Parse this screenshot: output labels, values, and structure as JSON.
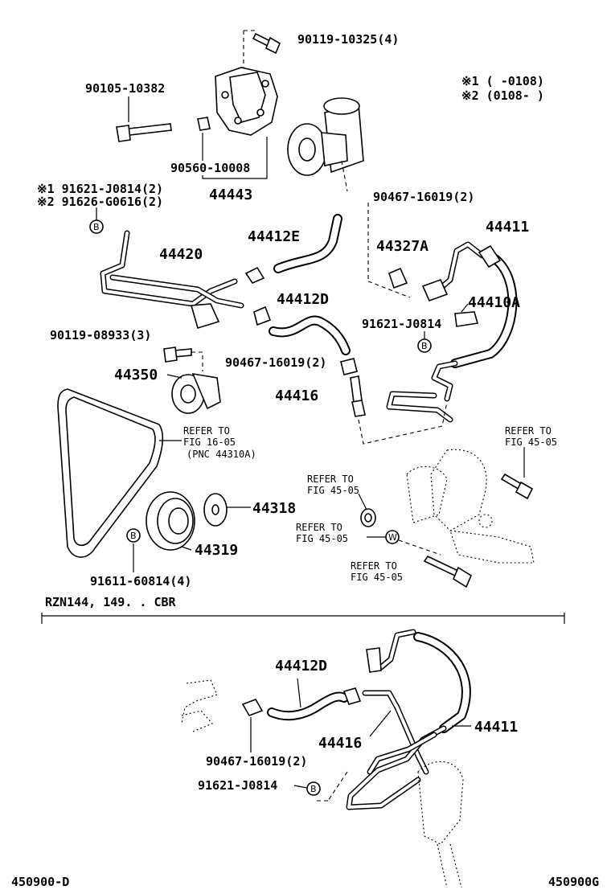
{
  "labels": {
    "p90119_10325": "90119-10325(4)",
    "p90105_10382": "90105-10382",
    "note1": "※1 (     -0108)",
    "note2": "※2 (0108-     )",
    "p90560_10008": "90560-10008",
    "p44443": "44443",
    "p91621_note": "※1 91621-J0814(2)",
    "p91626_note": "※2 91626-G0616(2)",
    "p90467_a": "90467-16019(2)",
    "p44411_a": "44411",
    "p44412E": "44412E",
    "p44420": "44420",
    "p44327A": "44327A",
    "p44412D_a": "44412D",
    "p44410A": "44410A",
    "p91621_a": "91621-J0814",
    "p90119_08933": "90119-08933(3)",
    "p90467_b": "90467-16019(2)",
    "p44350": "44350",
    "p44416_a": "44416",
    "refer_1605_a": "REFER TO",
    "refer_1605_b": "FIG 16-05",
    "refer_1605_c": "(PNC 44310A)",
    "refer_4505_r_a": "REFER TO",
    "refer_4505_r_b": "FIG 45-05",
    "refer_4505_m_a": "REFER TO",
    "refer_4505_m_b": "FIG 45-05",
    "refer_4505_w_a": "REFER TO",
    "refer_4505_w_b": "FIG 45-05",
    "refer_4505_l_a": "REFER TO",
    "refer_4505_l_b": "FIG 45-05",
    "p44318": "44318",
    "p44319": "44319",
    "p91611": "91611-60814(4)",
    "section_title": "RZN144, 149. . CBR",
    "p44412D_b": "44412D",
    "p44411_b": "44411",
    "p44416_b": "44416",
    "p90467_c": "90467-16019(2)",
    "p91621_b": "91621-J0814",
    "footer_left": "450900-D",
    "footer_right": "450900G"
  },
  "markers": {
    "b": "B",
    "w": "W"
  }
}
